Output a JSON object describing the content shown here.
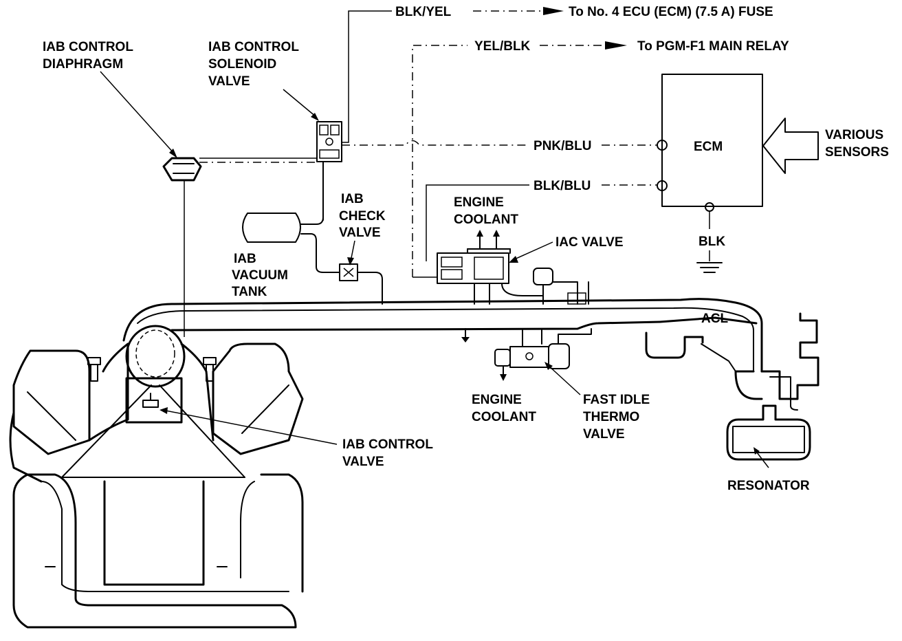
{
  "labels": {
    "iab_control_diaphragm": [
      "IAB CONTROL",
      "DIAPHRAGM"
    ],
    "iab_control_solenoid_valve": [
      "IAB CONTROL",
      "SOLENOID",
      "VALVE"
    ],
    "iab_check_valve": [
      "IAB",
      "CHECK",
      "VALVE"
    ],
    "iab_vacuum_tank": [
      "IAB",
      "VACUUM",
      "TANK"
    ],
    "engine_coolant_top": [
      "ENGINE",
      "COOLANT"
    ],
    "iac_valve": "IAC VALVE",
    "engine_coolant_bottom": [
      "ENGINE",
      "COOLANT"
    ],
    "fast_idle_thermo_valve": [
      "FAST IDLE",
      "THERMO",
      "VALVE"
    ],
    "iab_control_valve": [
      "IAB CONTROL",
      "VALVE"
    ],
    "acl": "ACL",
    "resonator": "RESONATOR",
    "ecm": "ECM",
    "various_sensors": [
      "VARIOUS",
      "SENSORS"
    ],
    "blk": "BLK"
  },
  "wires": {
    "blk_yel": "BLK/YEL",
    "blk_yel_dest": "To No. 4 ECU (ECM) (7.5 A) FUSE",
    "yel_blk": "YEL/BLK",
    "yel_blk_dest": "To PGM-F1 MAIN RELAY",
    "pnk_blu": "PNK/BLU",
    "blk_blu": "BLK/BLU"
  },
  "colors": {
    "ink": "#000000",
    "paper": "#ffffff"
  }
}
